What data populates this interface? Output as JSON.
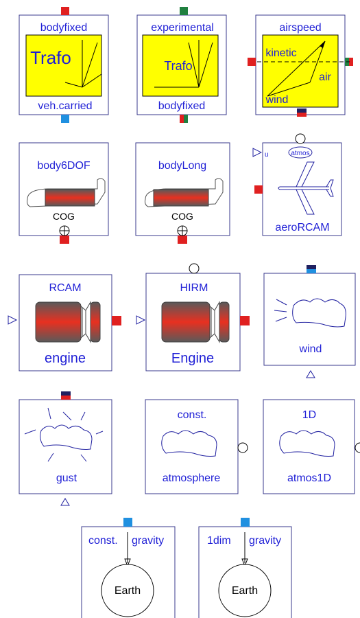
{
  "colors": {
    "label": "#1f1fd6",
    "frame": "#3a3a8c",
    "yellow": "#ffff00",
    "red": "#e02020",
    "blue": "#2090e0",
    "green": "#208040",
    "navy": "#202060"
  },
  "row1": {
    "b1": {
      "top": "bodyfixed",
      "inner": "Trafo",
      "bottom": "veh.carried"
    },
    "b2": {
      "top": "experimental",
      "inner": "Trafo",
      "bottom": "bodyfixed"
    },
    "b3": {
      "top": "airspeed",
      "kinetic": "kinetic",
      "air": "air",
      "wind": "wind"
    }
  },
  "row2": {
    "b1": {
      "top": "body6DOF",
      "cog": "COG"
    },
    "b2": {
      "top": "bodyLong",
      "cog": "COG"
    },
    "b3": {
      "atmos": "atmos",
      "u": "u",
      "bottom": "aeroRCAM"
    }
  },
  "row3": {
    "b1": {
      "top": "RCAM",
      "bottom": "engine"
    },
    "b2": {
      "top": "HIRM",
      "bottom": "Engine"
    },
    "b3": {
      "bottom": "wind"
    }
  },
  "row4": {
    "b1": {
      "bottom": "gust"
    },
    "b2": {
      "top": "const.",
      "bottom": "atmosphere"
    },
    "b3": {
      "top": "1D",
      "bottom": "atmos1D"
    }
  },
  "row5": {
    "b1": {
      "left": "const.",
      "right": "gravity",
      "earth": "Earth"
    },
    "b2": {
      "left": "1dim",
      "right": "gravity",
      "earth": "Earth"
    }
  }
}
